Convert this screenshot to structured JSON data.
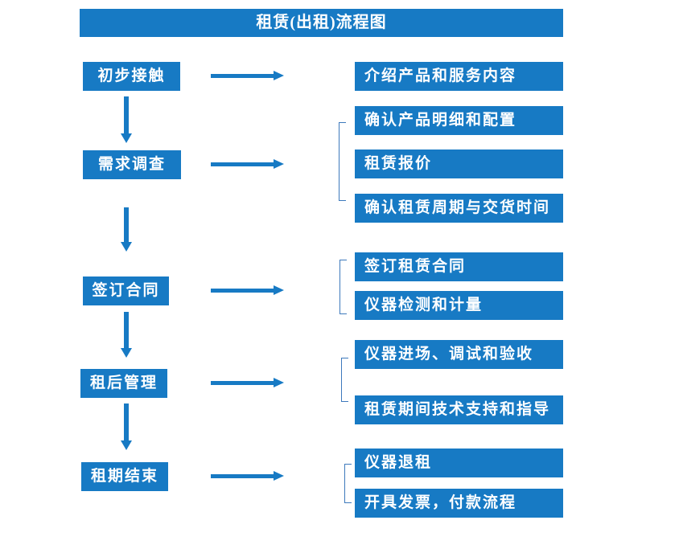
{
  "title": "租赁(出租)流程图",
  "colors": {
    "primary_blue": "#177AC4",
    "bracket_blue": "#3D79BC",
    "text_white": "#FFFFFF",
    "background": "#FFFFFF"
  },
  "flow": {
    "steps": [
      {
        "label": "初步接触",
        "details": [
          "介绍产品和服务内容"
        ]
      },
      {
        "label": "需求调查",
        "details": [
          "确认产品明细和配置",
          "租赁报价",
          "确认租赁周期与交货时间"
        ]
      },
      {
        "label": "签订合同",
        "details": [
          "签订租赁合同",
          "仪器检测和计量"
        ]
      },
      {
        "label": "租后管理",
        "details": [
          "仪器进场、调试和验收",
          "租赁期间技术支持和指导"
        ]
      },
      {
        "label": "租期结束",
        "details": [
          "仪器退租",
          "开具发票，付款流程"
        ]
      }
    ]
  }
}
